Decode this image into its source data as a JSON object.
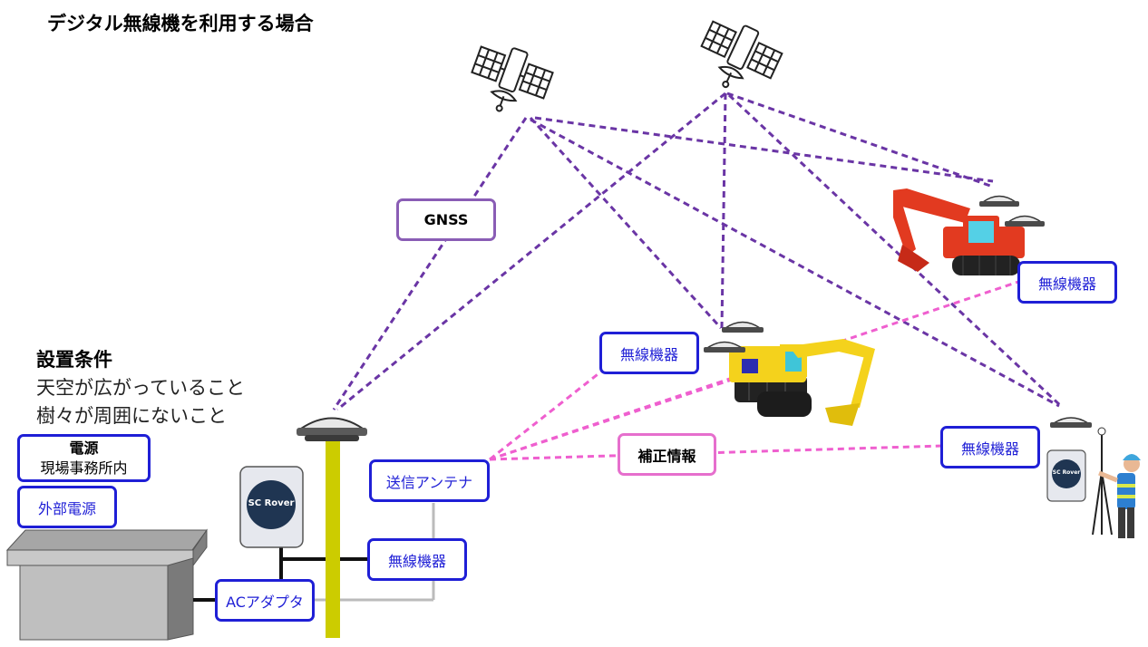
{
  "title": "デジタル無線機を利用する場合",
  "conditions": {
    "heading": "設置条件",
    "lines": [
      "天空が広がっていること",
      "樹々が周囲にないこと"
    ]
  },
  "labels": {
    "gnss": "GNSS",
    "correction": "補正情報",
    "radio_top_right": "無線機器",
    "radio_middle": "無線機器",
    "radio_right": "無線機器",
    "radio_base": "無線機器",
    "transmit_antenna": "送信アンテナ",
    "ac_adapter": "ACアダプタ",
    "power_heading": "電源",
    "power_location": "現場事務所内",
    "external_power": "外部電源",
    "receiver_brand": "SC Rover"
  },
  "colors": {
    "gnss_lines": "#6a35a5",
    "correction_lines": "#ef5fcf",
    "box_border": "#1f1fd6",
    "pole": "#cccc00",
    "excavator_red": "#e23a20",
    "excavator_yellow": "#f4d21c"
  },
  "icons": [
    "satellite-icon",
    "gnss-antenna-icon",
    "excavator-icon",
    "surveyor-icon",
    "receiver-icon",
    "building-icon"
  ]
}
